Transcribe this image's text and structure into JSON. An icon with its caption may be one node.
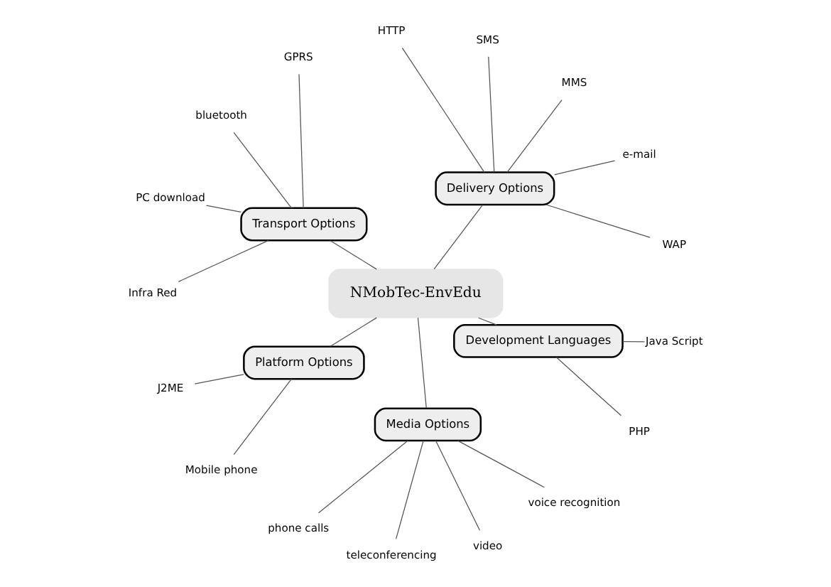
{
  "diagram": {
    "nodes": [
      {
        "text": [
          "Delivery Options"
        ]
      },
      {
        "text": [
          "WAP"
        ]
      },
      {
        "text": [
          "e-mail"
        ]
      },
      {
        "text": [
          "MMS"
        ]
      },
      {
        "text": [
          "SMS"
        ]
      },
      {
        "text": [
          "HTTP"
        ]
      },
      {
        "text": [
          "Transport Options"
        ]
      },
      {
        "text": [
          "GPRS"
        ]
      },
      {
        "text": [
          "bluetooth"
        ]
      },
      {
        "text": [
          "PC download"
        ]
      },
      {
        "text": [
          "Infra Red"
        ]
      },
      {
        "text": [
          "Platform Options"
        ]
      },
      {
        "text": [
          "J2ME"
        ]
      },
      {
        "text": [
          "Mobile phone"
        ]
      },
      {
        "text": [
          "NMobTec-EnvEdu"
        ]
      },
      {
        "text": [
          "Media Options"
        ]
      },
      {
        "text": [
          "phone calls"
        ]
      },
      {
        "text": [
          "teleconferencing"
        ]
      },
      {
        "text": [
          "video"
        ]
      },
      {
        "text": [
          "voice recognition"
        ]
      },
      {
        "text": [
          "Development Languages"
        ]
      },
      {
        "text": [
          "PHP"
        ]
      },
      {
        "text": [
          "Java Script"
        ]
      }
    ],
    "edges": [
      {
        "from": 14,
        "to": 0,
        "arrow": "none"
      },
      {
        "from": 0,
        "to": 1,
        "arrow": "none"
      },
      {
        "from": 0,
        "to": 2,
        "arrow": "none"
      },
      {
        "from": 0,
        "to": 3,
        "arrow": "none"
      },
      {
        "from": 0,
        "to": 4,
        "arrow": "none"
      },
      {
        "from": 0,
        "to": 5,
        "arrow": "none"
      },
      {
        "from": 14,
        "to": 6,
        "arrow": "none"
      },
      {
        "from": 6,
        "to": 7,
        "arrow": "none"
      },
      {
        "from": 6,
        "to": 8,
        "arrow": "none"
      },
      {
        "from": 6,
        "to": 9,
        "arrow": "none"
      },
      {
        "from": 6,
        "to": 10,
        "arrow": "none"
      },
      {
        "from": 14,
        "to": 11,
        "arrow": "none"
      },
      {
        "from": 11,
        "to": 12,
        "arrow": "none"
      },
      {
        "from": 11,
        "to": 13,
        "arrow": "none"
      },
      {
        "from": 14,
        "to": 15,
        "arrow": "none"
      },
      {
        "from": 15,
        "to": 16,
        "arrow": "none"
      },
      {
        "from": 15,
        "to": 17,
        "arrow": "none"
      },
      {
        "from": 15,
        "to": 18,
        "arrow": "none"
      },
      {
        "from": 15,
        "to": 19,
        "arrow": "none"
      },
      {
        "from": 14,
        "to": 20,
        "arrow": "none"
      },
      {
        "from": 20,
        "to": 21,
        "arrow": "none"
      },
      {
        "from": 20,
        "to": 22,
        "arrow": "none"
      }
    ]
  }
}
